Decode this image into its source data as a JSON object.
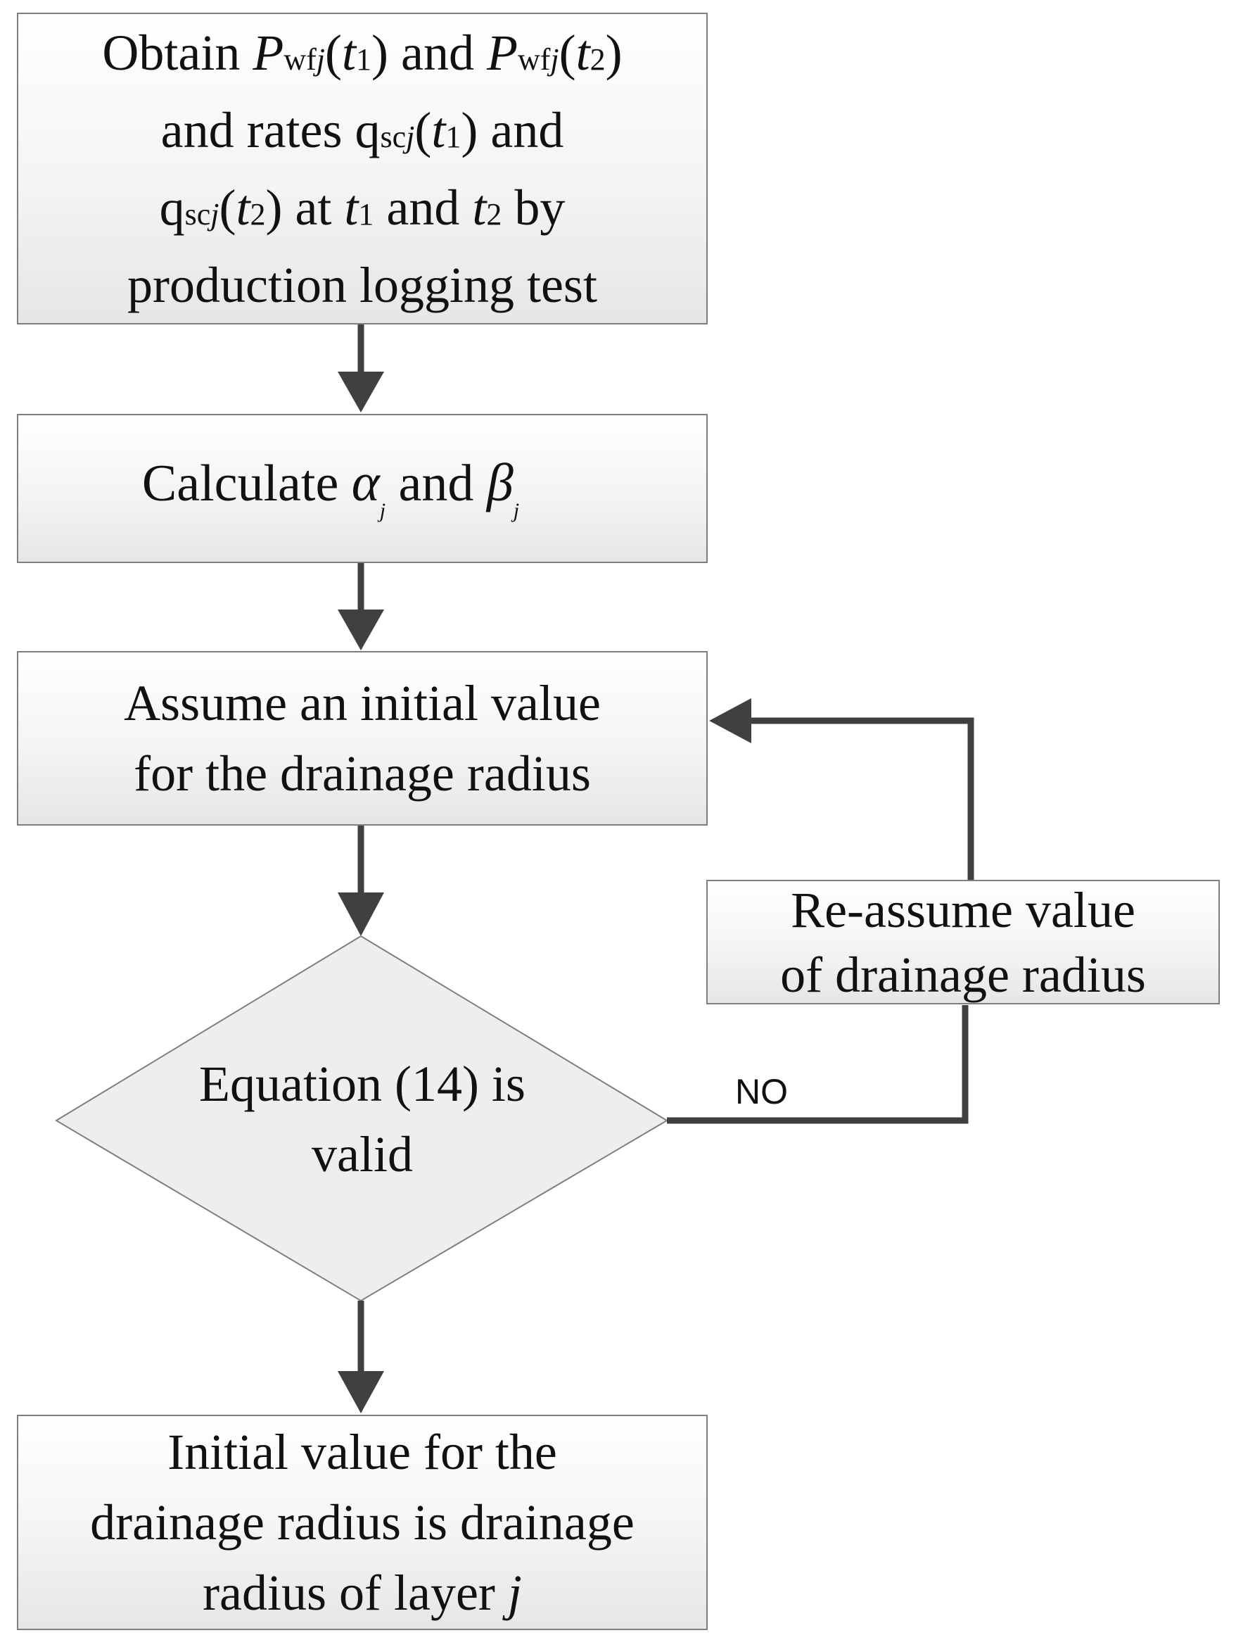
{
  "steps": {
    "obtain": {
      "lines": [
        [
          "Obtain ",
          "P",
          "wf",
          "j",
          "(",
          "t",
          "1",
          ") and ",
          "P",
          "wf",
          "j",
          "(",
          "t",
          "2",
          ")"
        ],
        [
          "and rates q",
          "sc",
          "j",
          "(",
          "t",
          "1",
          ") and"
        ],
        [
          "q",
          "sc",
          "j",
          "(",
          "t",
          "2",
          ") at ",
          "t",
          "1",
          " and ",
          "t",
          "2",
          " by"
        ],
        [
          "production logging test"
        ]
      ]
    },
    "calculate": {
      "prefix": "Calculate ",
      "alpha": "α",
      "alpha_sub": "j",
      "middle": " and ",
      "beta": "β",
      "beta_sub": "j"
    },
    "assume": {
      "line1": "Assume an initial value",
      "line2": "for the drainage radius"
    },
    "reassume": {
      "line1": "Re-assume value",
      "line2": "of drainage radius"
    },
    "decision": {
      "line1": "Equation (14) is",
      "line2": "valid"
    },
    "result": {
      "line1": "Initial value for the",
      "line2": "drainage radius is drainage",
      "line3_prefix": "radius of layer ",
      "line3_var": "j"
    }
  },
  "edges": {
    "no_label": "NO"
  },
  "colors": {
    "arrow": "#404040",
    "box_border": "#7f7f7f",
    "box_fill_top": "#ffffff",
    "box_fill_bottom": "#e6e6e6",
    "diamond_fill": "#eeeeee"
  }
}
